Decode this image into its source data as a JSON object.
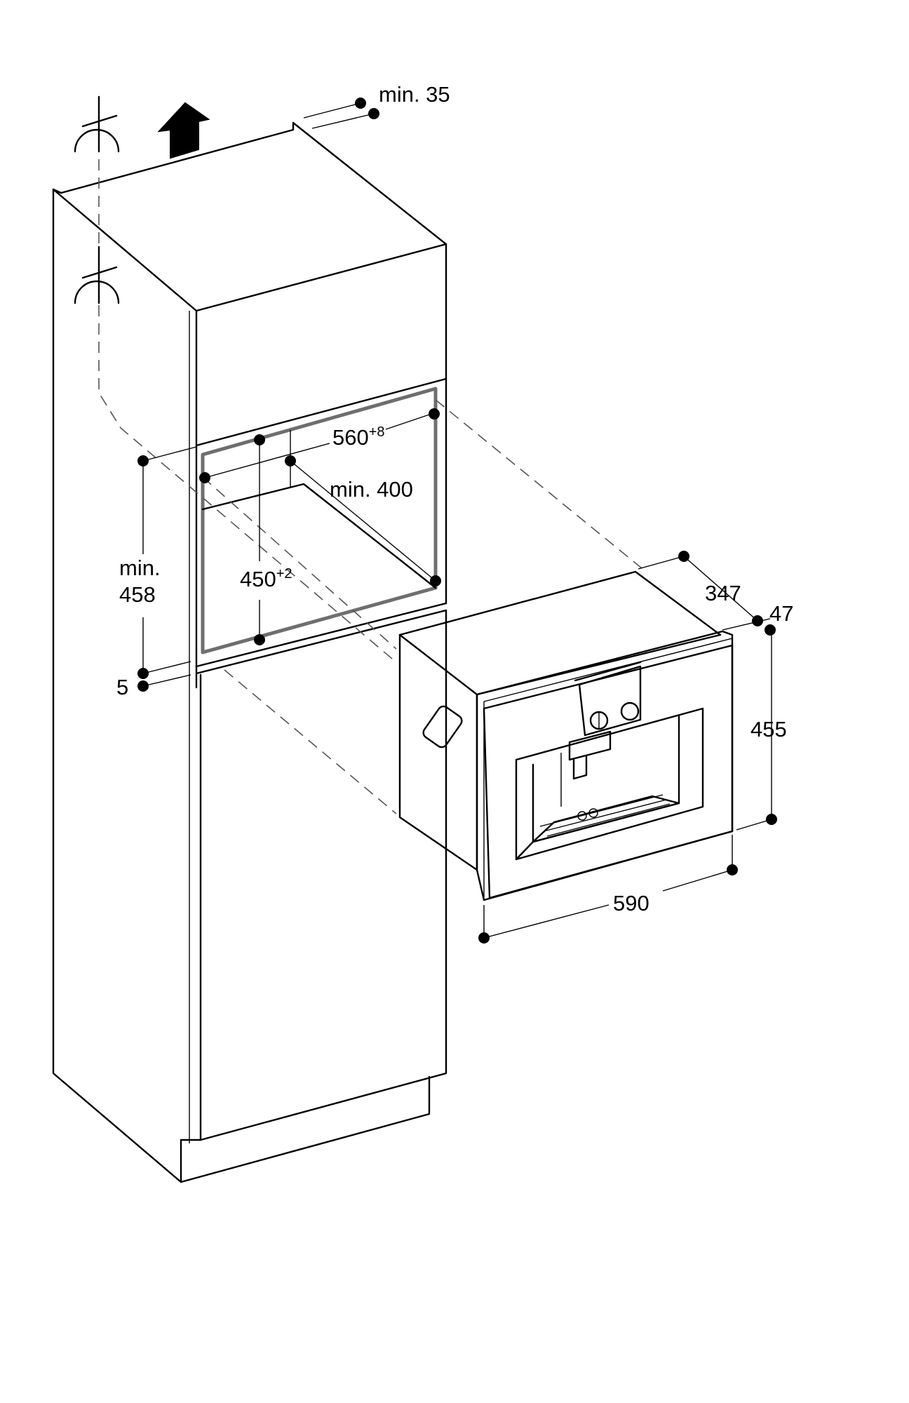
{
  "dimensions": {
    "top_gap": "min. 35",
    "niche_width": "560",
    "niche_width_tolerance": "+8",
    "niche_depth": "min. 400",
    "niche_height": "450",
    "niche_height_tolerance": "+2",
    "cabinet_height_line1": "min.",
    "cabinet_height_line2": "458",
    "bottom_gap": "5",
    "appliance_depth": "347",
    "front_depth": "47",
    "appliance_height": "455",
    "appliance_width": "590"
  },
  "icons": {
    "vent_arrow": "ventilation-arrow-icon",
    "socket": "power-socket-icon"
  },
  "colors": {
    "lines": "#000000",
    "niche_outline": "#6e6e6e",
    "dashed": "#555555"
  }
}
